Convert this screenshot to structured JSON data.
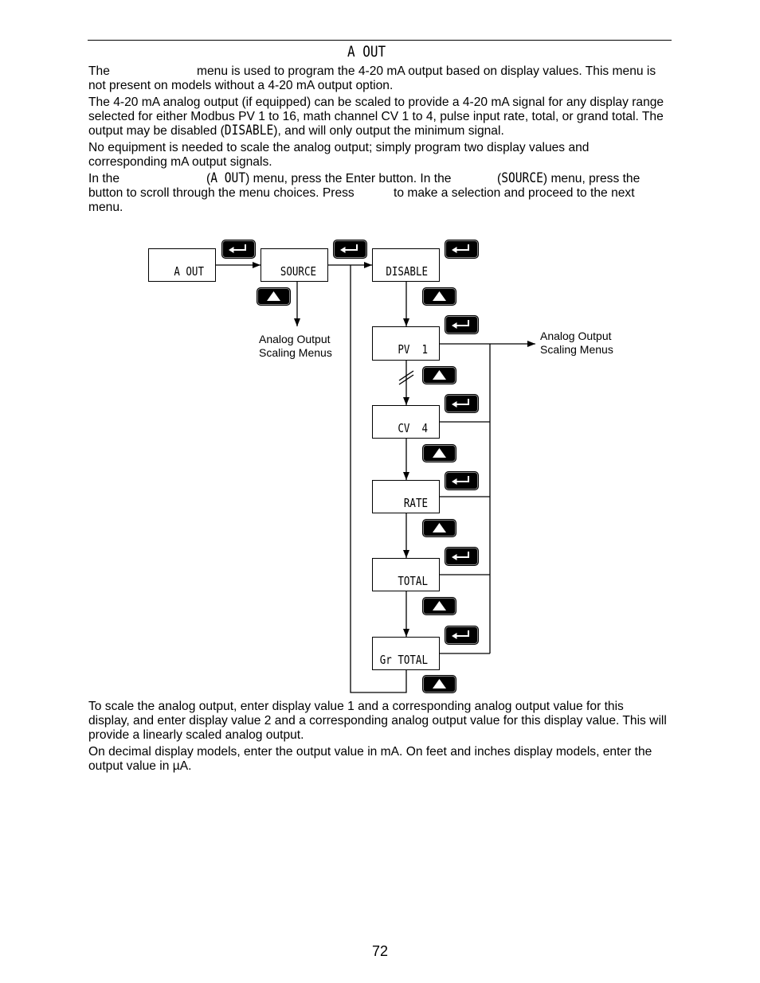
{
  "header": {
    "title": "A OUT"
  },
  "body": {
    "p1": {
      "l1_start": "The",
      "l1_end": "menu is used to program the 4-20 mA output based on display values. This menu is",
      "l2": "not present on models without a 4-20 mA output option."
    },
    "p2": {
      "l1": "The 4-20 mA analog output (if equipped) can be scaled to provide a 4-20 mA signal for any display range",
      "l2": "selected for either Modbus PV 1 to 16, math channel CV 1 to 4, pulse input rate, total, or grand total. The",
      "l3_before": "output may be disabled (",
      "l3_lcd": "DISABLE",
      "l3_after": "), and will only output the minimum signal."
    },
    "p3": {
      "l1": "No equipment is needed to scale the analog output; simply program two display values and",
      "l2": "corresponding mA output signals."
    },
    "p4": {
      "l1_start": "In the",
      "l1_mid_open": "(",
      "l1_mid_lcd": "A OUT",
      "l1_mid_text": ") menu, press the Enter button. In the",
      "l1_end_open": "(",
      "l1_end_lcd": "SOURCE",
      "l1_end_text": ") menu, press the",
      "l2_start": "button to scroll through the menu choices. Press",
      "l2_end": "to make a selection and proceed to the next",
      "l3": "menu."
    },
    "p5": {
      "l1": "To scale the analog output, enter display value 1 and a corresponding analog output value for this",
      "l2": "display, and enter display value 2 and a corresponding analog output value for this display value. This will",
      "l3": "provide a linearly scaled analog output."
    },
    "p6": {
      "l1": "On decimal display models, enter the output value in mA. On feet and inches display models, enter the",
      "l2": "output value in µA."
    }
  },
  "diagram": {
    "boxes": {
      "a_out": "A OUT",
      "source": "SOURCE",
      "disable": "DISABLE",
      "pv": "PV  1",
      "cv": "CV  4",
      "rate": "RATE",
      "total": "TOTAL",
      "gr_total": "Gr TOTAL"
    },
    "scaling_left": {
      "line1": "Analog Output",
      "line2": "Scaling Menus"
    },
    "scaling_right": {
      "line1": "Analog Output",
      "line2": "Scaling Menus"
    },
    "icons": {
      "enter": "enter-icon",
      "up": "up-arrow-icon",
      "break": "break-symbol"
    }
  },
  "footer": {
    "page_number": "72"
  }
}
